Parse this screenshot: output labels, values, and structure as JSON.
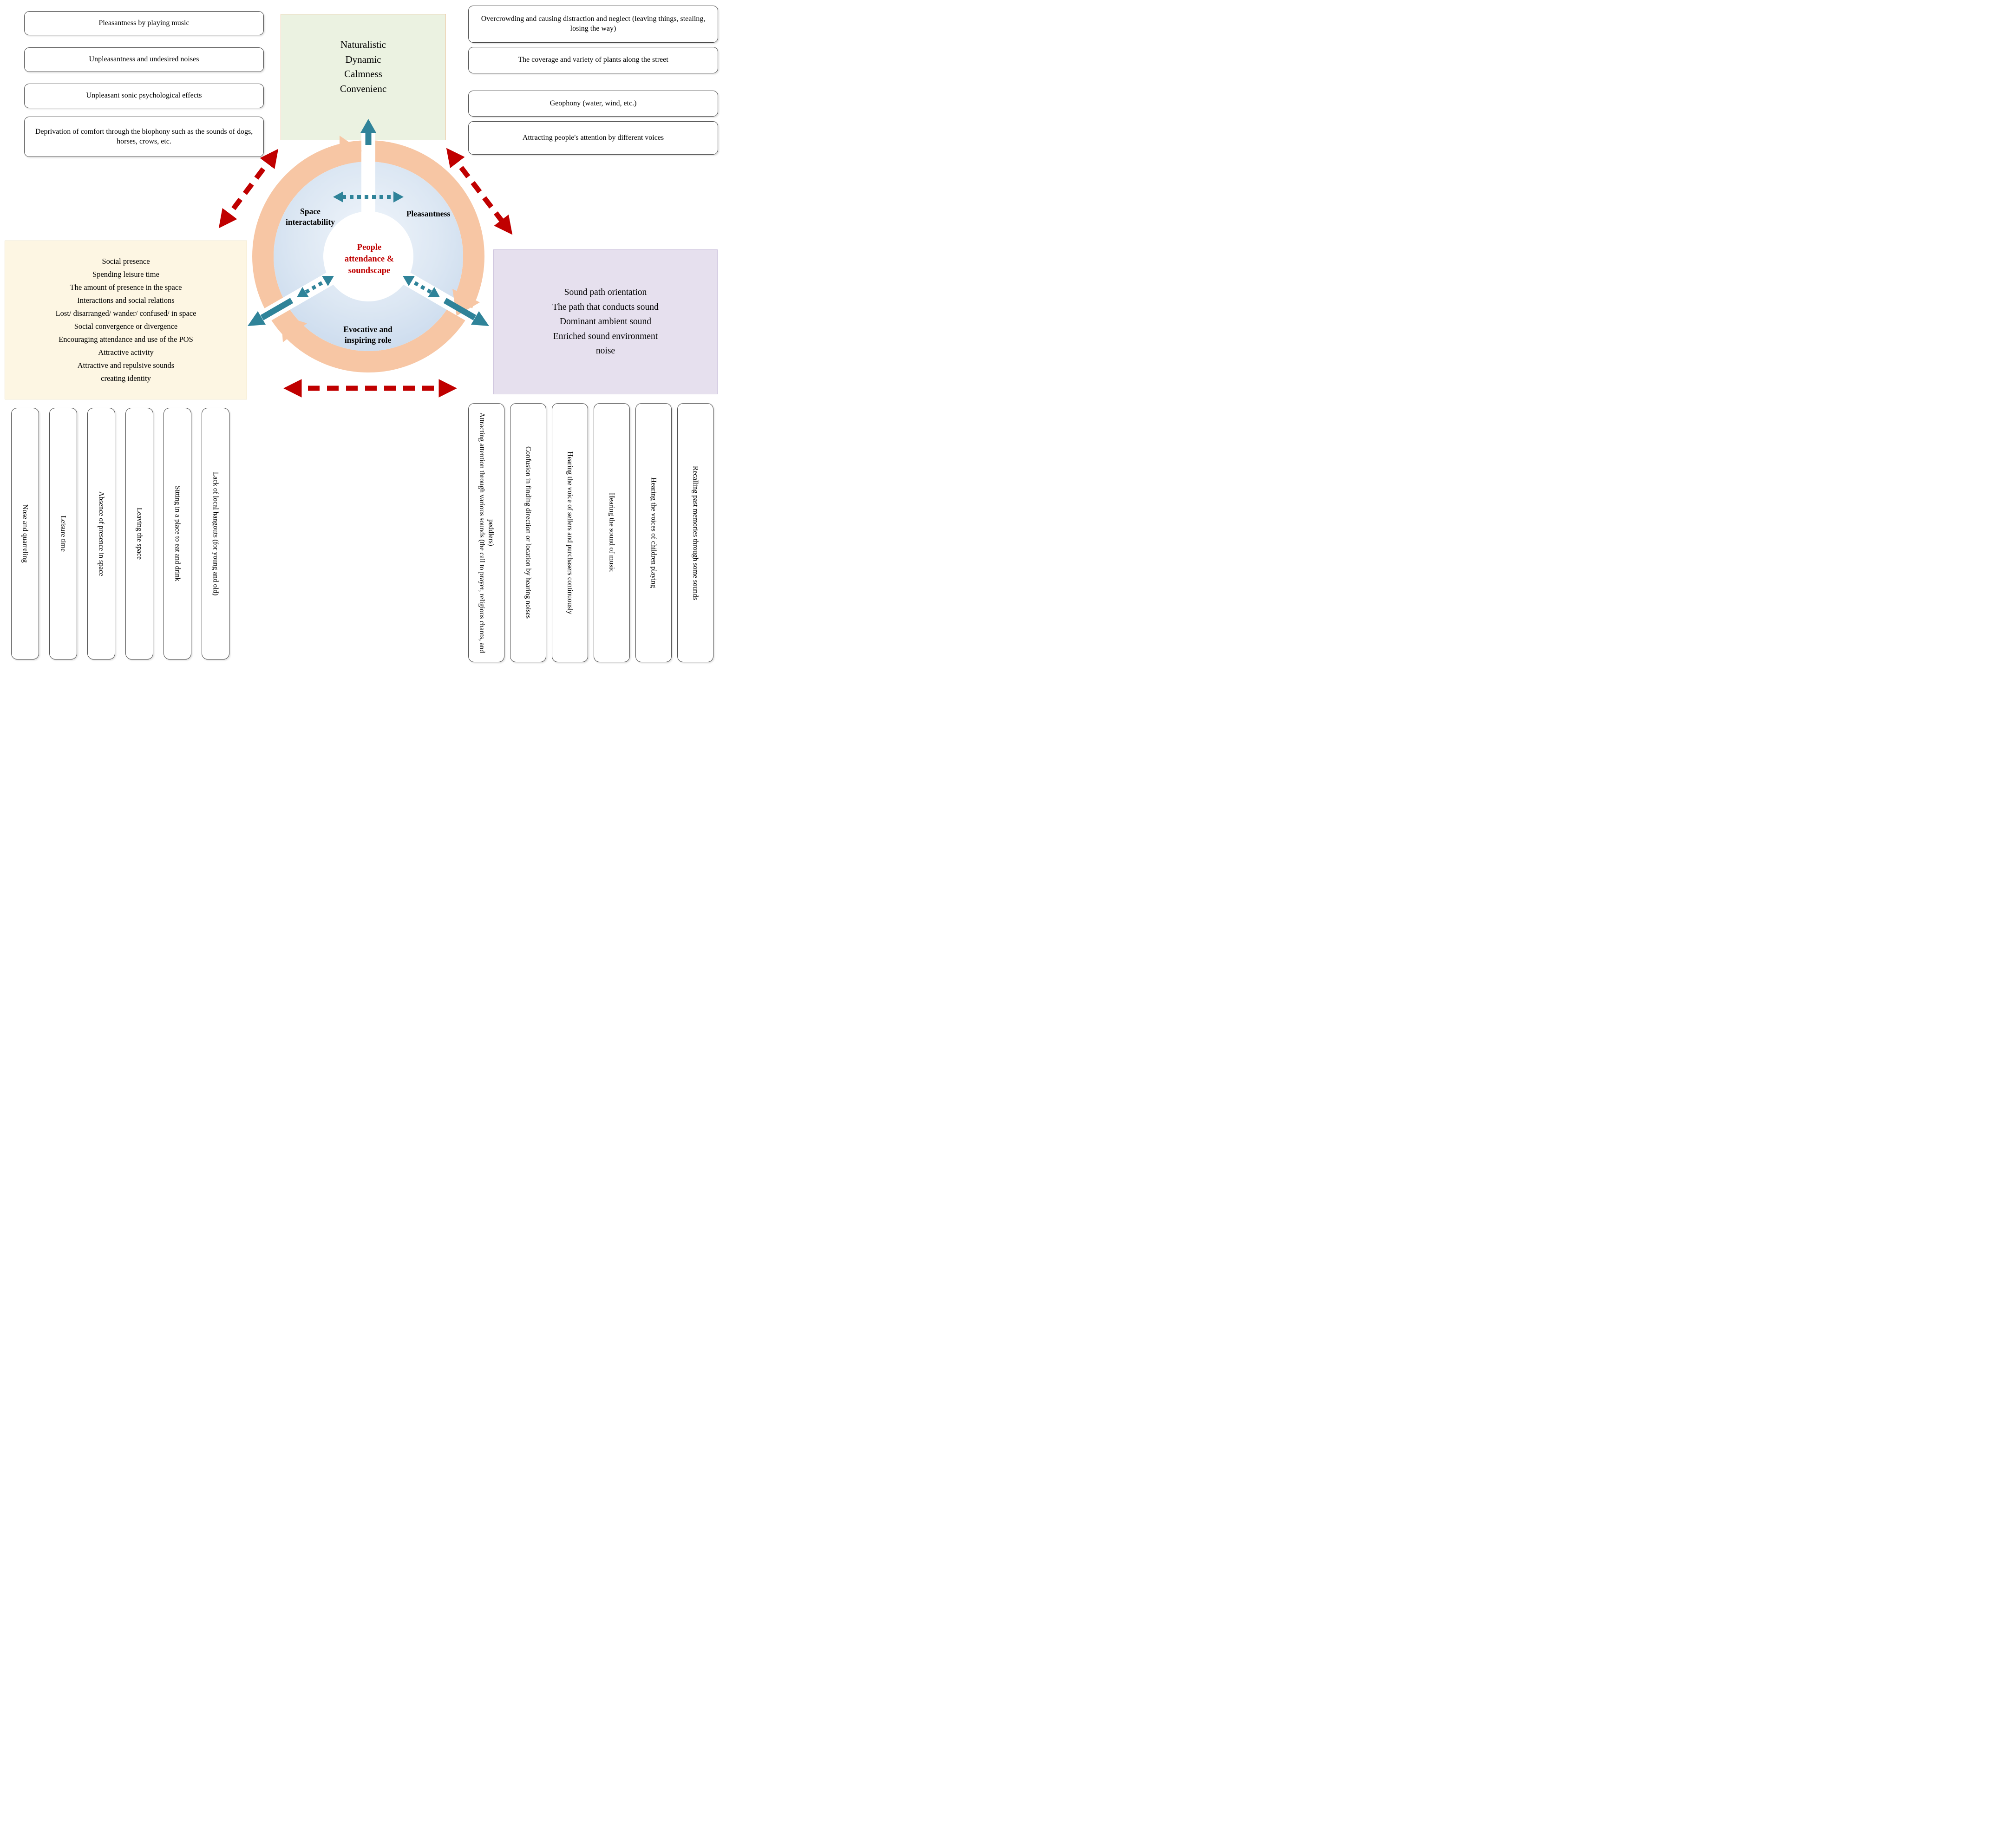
{
  "top_left_boxes": [
    "Pleasantness by playing music",
    "Unpleasantness and undesired noises",
    "Unpleasant sonic psychological effects",
    "Deprivation of comfort through the biophony such as the sounds of dogs, horses, crows, etc."
  ],
  "top_center_panel": {
    "text": "Naturalistic\nDynamic\nCalmness\nConvenienc"
  },
  "top_right_boxes": [
    "Overcrowding and causing distraction and neglect (leaving things, stealing, losing the way)",
    "The coverage and variety of plants along the street",
    "Geophony (water, wind, etc.)",
    "Attracting people's attention by different voices"
  ],
  "left_panel": {
    "text": "Social presence\nSpending leisure time\nThe amount of presence in the space\nInteractions and social relations\nLost/ disarranged/ wander/ confused/ in space\nSocial convergence or divergence\nEncouraging attendance and use of the POS\nAttractive activity\nAttractive and repulsive sounds\ncreating identity"
  },
  "right_panel": {
    "text": "Sound path orientation\nThe path that conducts sound\nDominant ambient sound\nEnriched sound environment\nnoise"
  },
  "center_diagram": {
    "hub_label": "People\nattendance &\nsoundscape",
    "sector_left": "Space\ninteractability",
    "sector_right": "Pleasantness",
    "sector_bottom": "Evocative and\ninspiring role"
  },
  "bottom_left_boxes": [
    "Nose and quarreling",
    "Leisure time",
    "Absence of presence in space",
    "Leaving the space",
    "Sitting in a place to eat and drink",
    "Lack of local hangouts (for young and old)"
  ],
  "bottom_right_boxes": [
    "Attracting attention through various sounds (the call to prayer, religious chants, and peddlers)",
    "Confusion in finding direction or location by hearing noises",
    "Hearing the voice of sellers and purchasers continuously",
    "Hearing the sound of music",
    "Hearing the voices of children playing",
    "Recalling past memories through some sounds"
  ],
  "colors": {
    "accent_red": "#C00000",
    "teal": "#2F8399",
    "peach": "#F7C6A4",
    "light_blue": "#DCE7F3",
    "green_fill": "#EBF2E1",
    "cream_fill": "#FDF6E3",
    "lavender_fill": "#E6E0EE"
  }
}
